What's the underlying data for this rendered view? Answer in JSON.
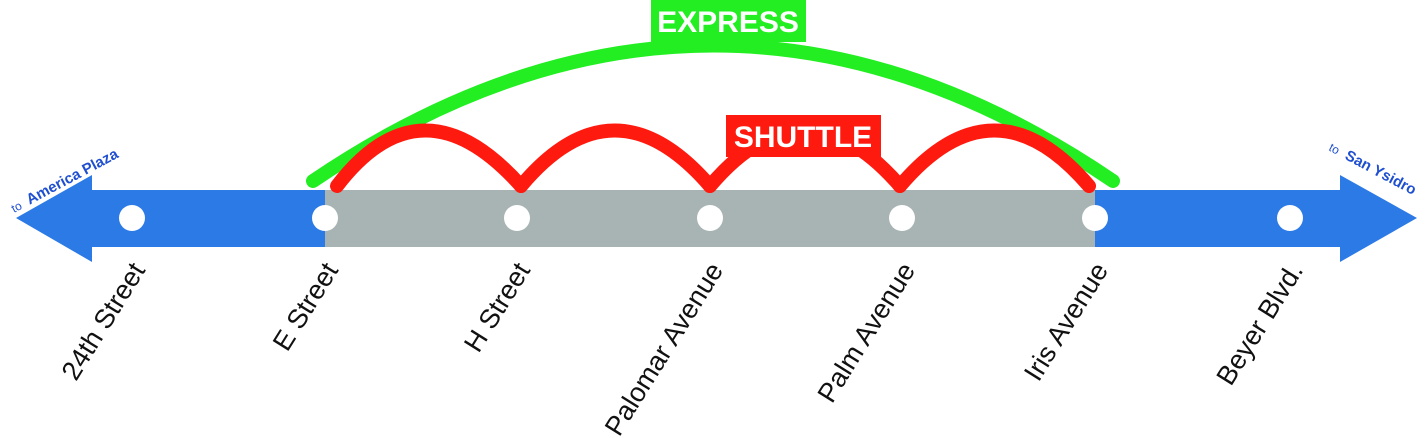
{
  "title": "",
  "colors": {
    "line": "#2b7ae6",
    "shared_section": "#a8b4b4",
    "express": "#22ee22",
    "shuttle": "#ff1a0f",
    "station_dot": "#ffffff",
    "direction_text": "#1f4fd1"
  },
  "directions": {
    "west": {
      "prefix": "to",
      "name": "America Plaza"
    },
    "east": {
      "prefix": "to",
      "name": "San Ysidro"
    }
  },
  "services": {
    "express": {
      "label": "EXPRESS",
      "stops": [
        "E Street",
        "Iris Avenue"
      ]
    },
    "shuttle": {
      "label": "SHUTTLE",
      "stops": [
        "E Street",
        "H Street",
        "Palomar Avenue",
        "Palm Avenue",
        "Iris Avenue"
      ]
    }
  },
  "stations": [
    {
      "name": "24th Street"
    },
    {
      "name": "E Street"
    },
    {
      "name": "H Street"
    },
    {
      "name": "Palomar Avenue"
    },
    {
      "name": "Palm Avenue"
    },
    {
      "name": "Iris Avenue"
    },
    {
      "name": "Beyer Blvd."
    }
  ]
}
